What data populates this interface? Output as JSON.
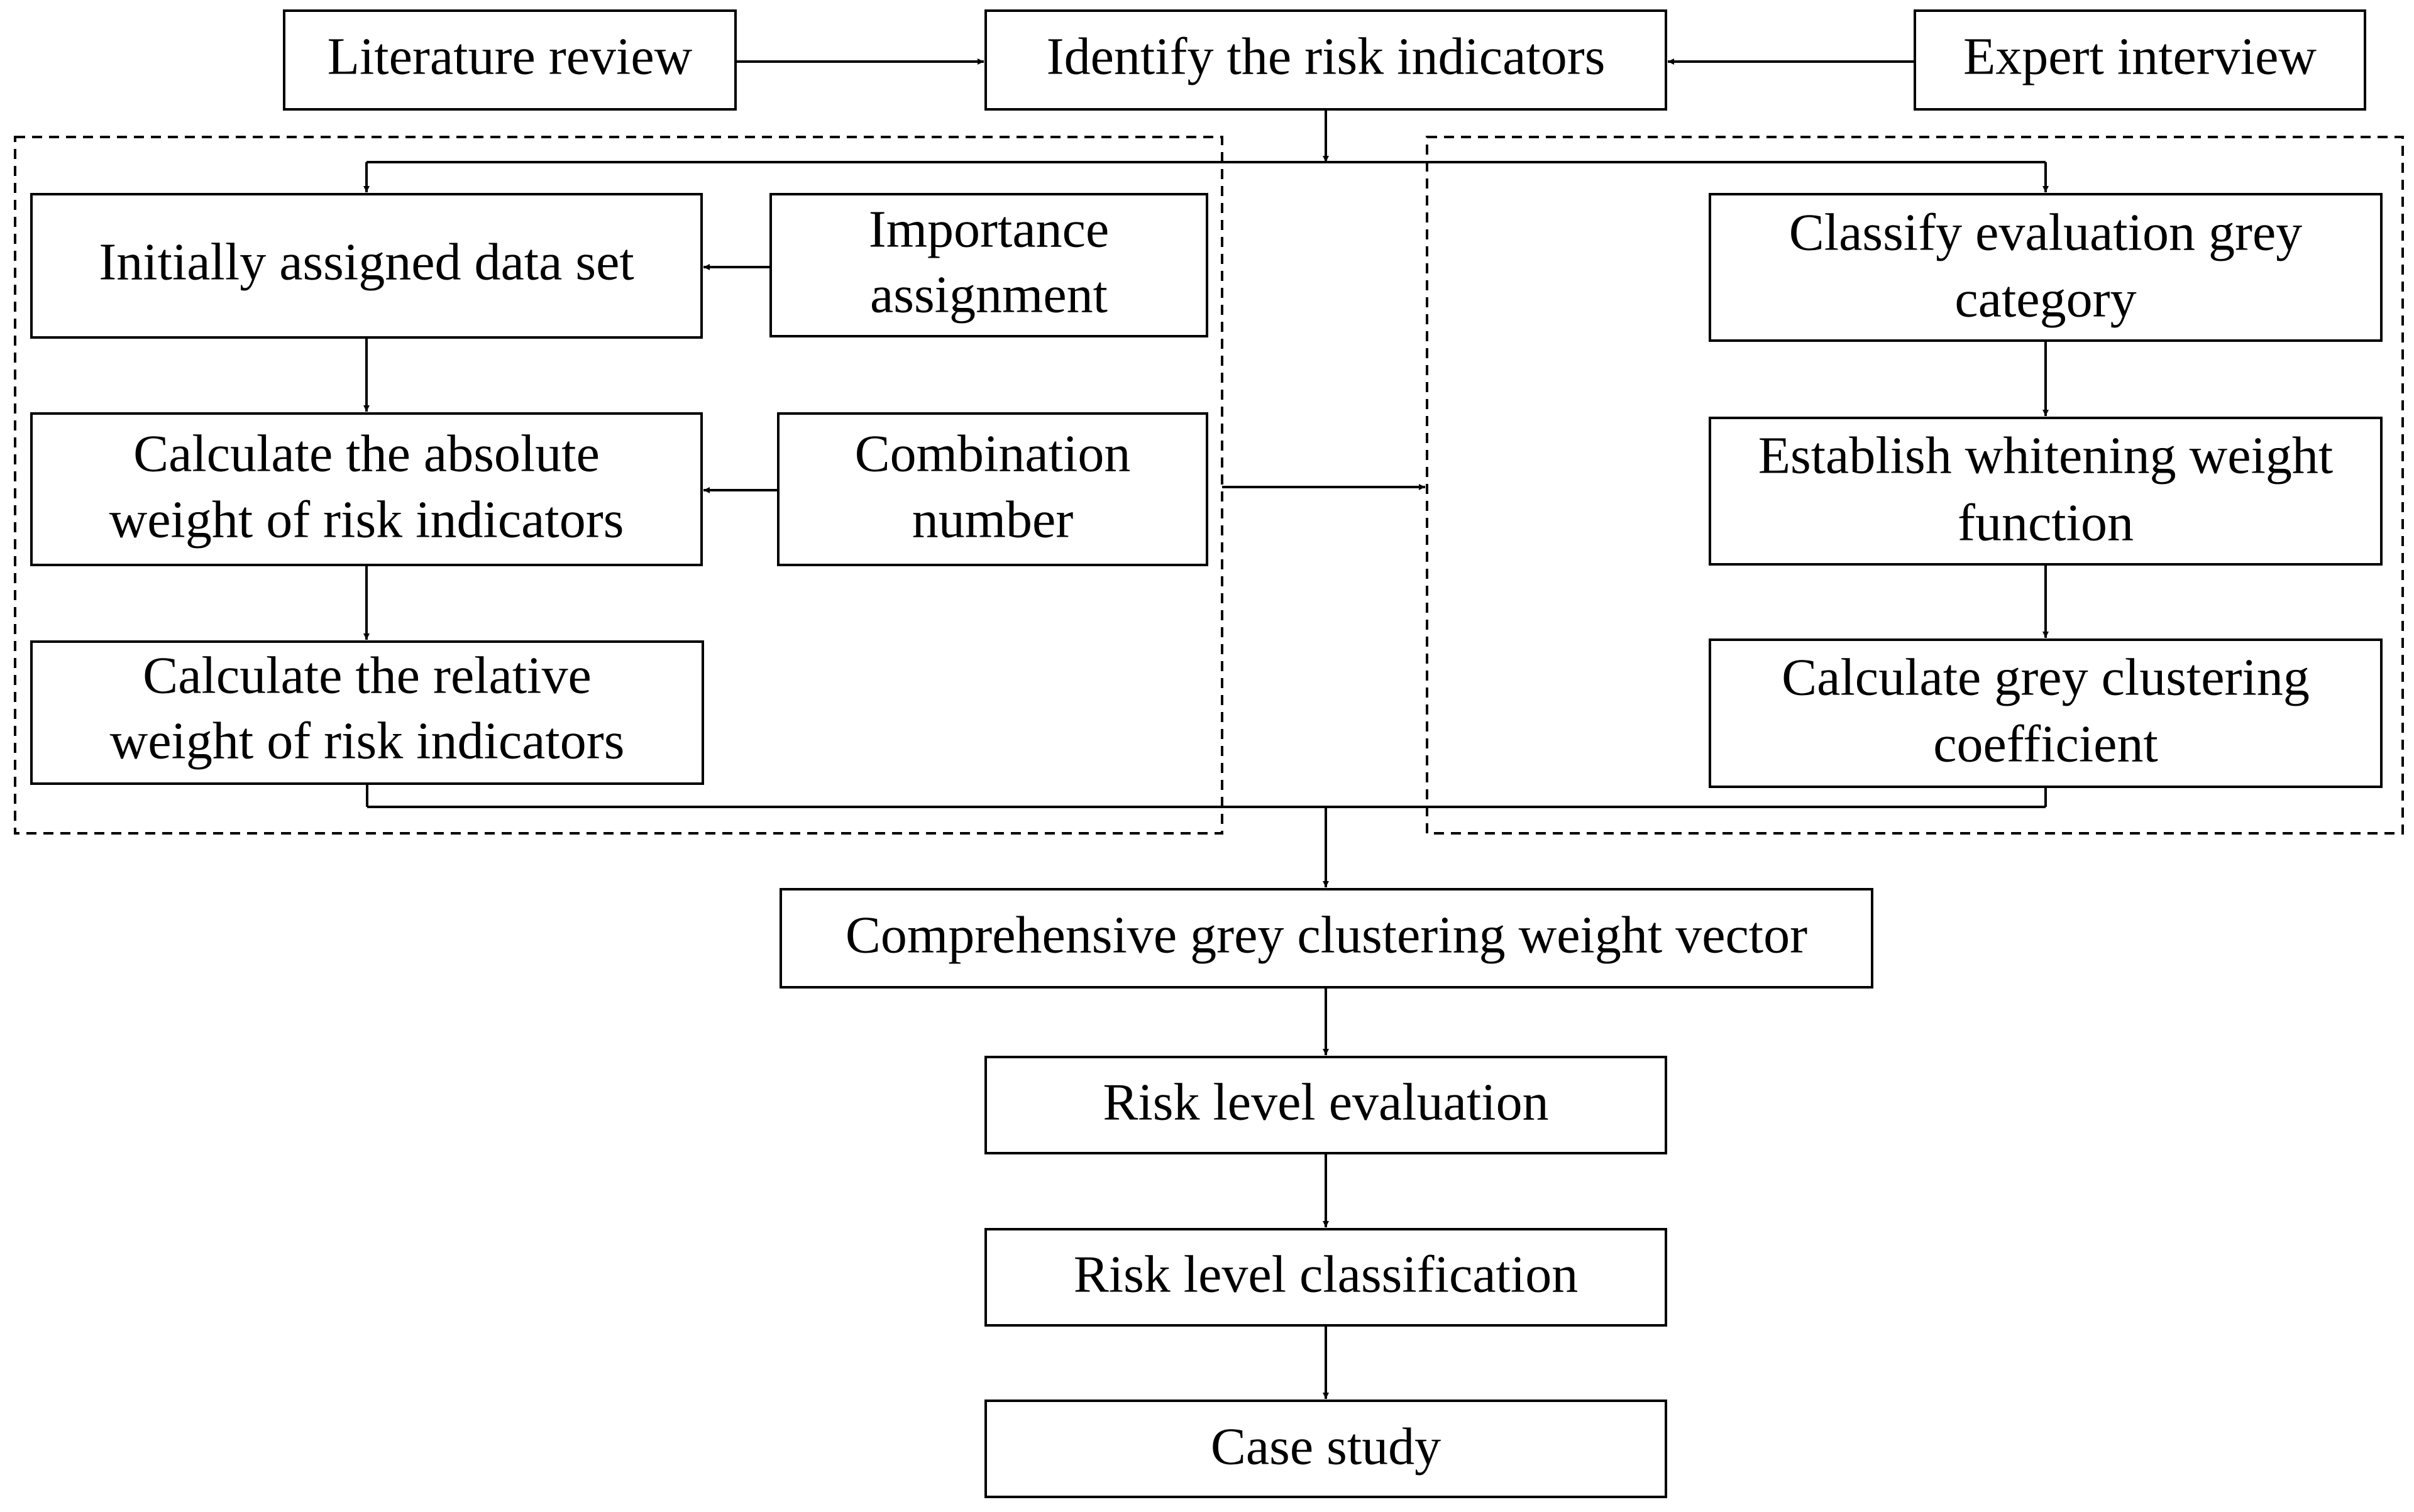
{
  "colors": {
    "background": "#ffffff",
    "stroke": "#000000",
    "text": "#000000"
  },
  "nodes": {
    "literature_review": "Literature review",
    "identify_risk_indicators": "Identify the risk indicators",
    "expert_interview": "Expert interview",
    "initially_assigned_data_set": "Initially assigned data set",
    "importance_assignment": [
      "Importance",
      "assignment"
    ],
    "calculate_absolute_weight": [
      "Calculate the absolute",
      "weight of risk indicators"
    ],
    "combination_number": [
      "Combination",
      "number"
    ],
    "calculate_relative_weight": [
      "Calculate the relative",
      "weight of risk indicators"
    ],
    "classify_grey_category": [
      "Classify evaluation grey",
      "category"
    ],
    "establish_whitening_function": [
      "Establish whitening weight",
      "function"
    ],
    "calculate_grey_clustering_coefficient": [
      "Calculate grey clustering",
      "coefficient"
    ],
    "comprehensive_weight_vector": "Comprehensive grey clustering weight vector",
    "risk_level_evaluation": "Risk level evaluation",
    "risk_level_classification": "Risk level classification",
    "case_study": "Case study"
  }
}
